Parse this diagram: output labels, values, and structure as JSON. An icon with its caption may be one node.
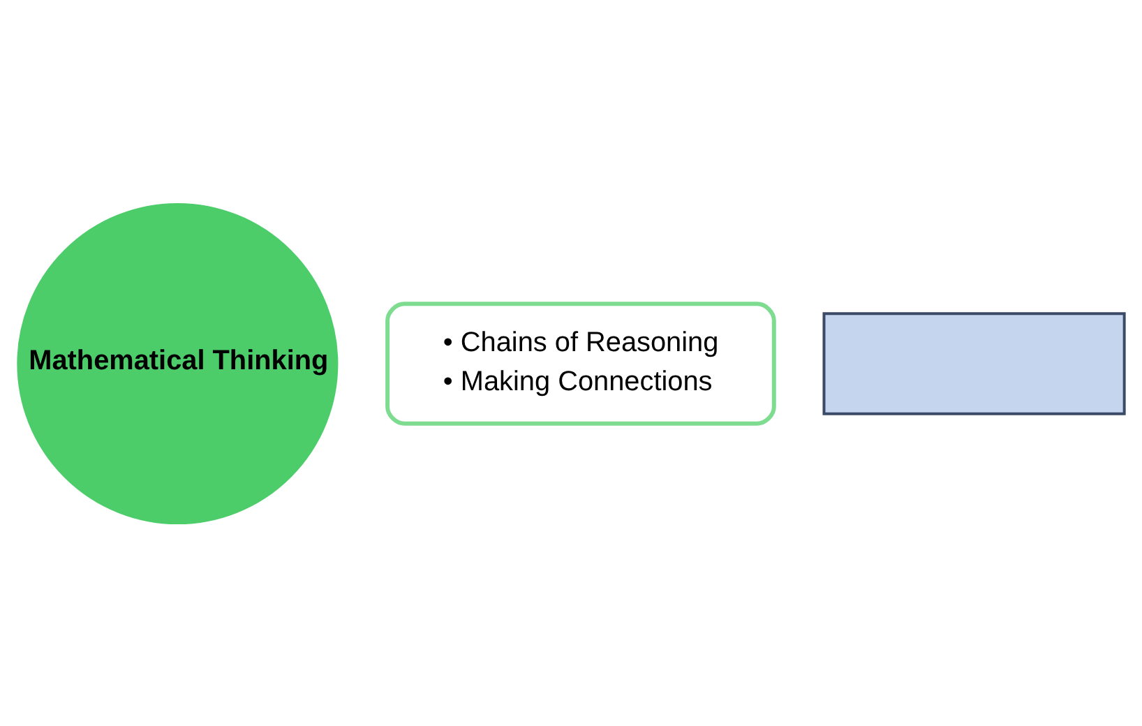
{
  "diagram": {
    "nodes": [
      {
        "text": [
          "Mathematical Thinking"
        ]
      },
      {
        "text": [
          "• Chains of Reasoning",
          "• Making Connections"
        ]
      },
      {
        "text": [],
        "shape": "box"
      }
    ]
  }
}
